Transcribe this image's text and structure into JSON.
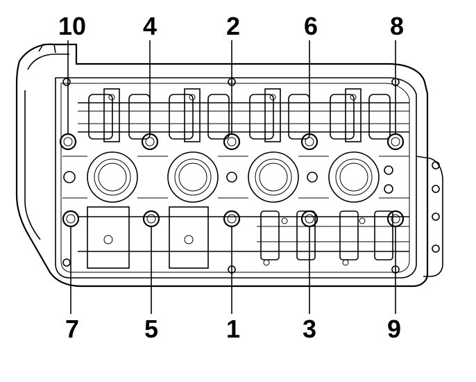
{
  "diagram": {
    "top_labels": [
      "10",
      "4",
      "2",
      "6",
      "8"
    ],
    "bottom_labels": [
      "7",
      "5",
      "1",
      "3",
      "9"
    ],
    "colors": {
      "line": "#000000",
      "background": "#ffffff"
    }
  }
}
